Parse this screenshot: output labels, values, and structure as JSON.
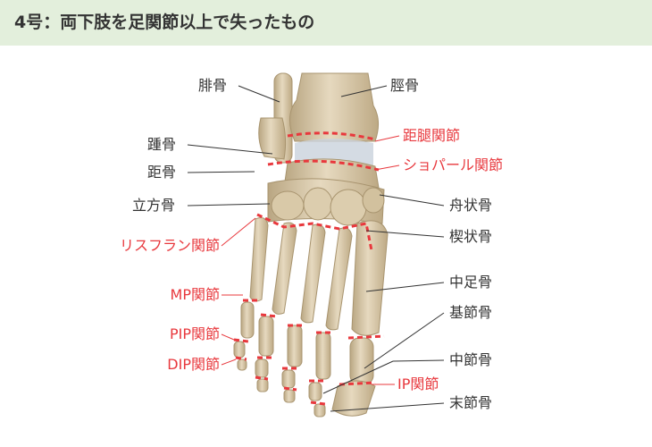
{
  "header": {
    "title": "4号：両下肢を足関節以上で失ったもの"
  },
  "colors": {
    "header_bg": "#e3efdc",
    "joint_red": "#e8383d",
    "text": "#333333",
    "bone": "#d7c6a6"
  },
  "labels": {
    "hikotsu": "腓骨",
    "keikotsu": "脛骨",
    "kyokotsu": "踵骨",
    "kyokotsu2": "距骨",
    "rippokotsu": "立方骨",
    "shusokotsu": "舟状骨",
    "kesshokotsu": "楔状骨",
    "chusokotsu": "中足骨",
    "kisetsukotsu": "基節骨",
    "chusetsukotsu": "中節骨",
    "massetsukotsu": "末節骨"
  },
  "joints": {
    "kyotai": "距腿関節",
    "chopart": "ショパール関節",
    "lisfranc": "リスフラン関節",
    "mp": "MP関節",
    "pip": "PIP関節",
    "dip": "DIP関節",
    "ip": "IP関節"
  }
}
